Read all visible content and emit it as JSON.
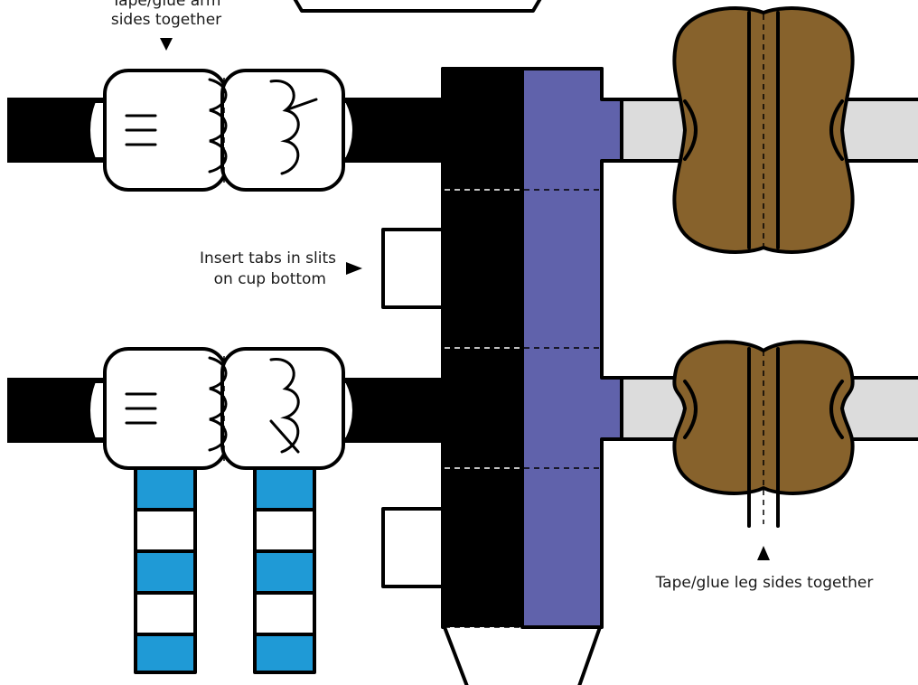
{
  "labels": {
    "arm_glue_line1": "Tape/glue arm",
    "arm_glue_line2": "sides together",
    "tabs_line1": "Insert tabs in slits",
    "tabs_line2": "on cup bottom",
    "leg_glue": "Tape/glue leg sides together"
  },
  "colors": {
    "black": "#000000",
    "purple": "#6062ab",
    "brown": "#87622c",
    "gray": "#dcdcdc",
    "stripe_blue": "#1f9ad6",
    "white": "#ffffff"
  }
}
